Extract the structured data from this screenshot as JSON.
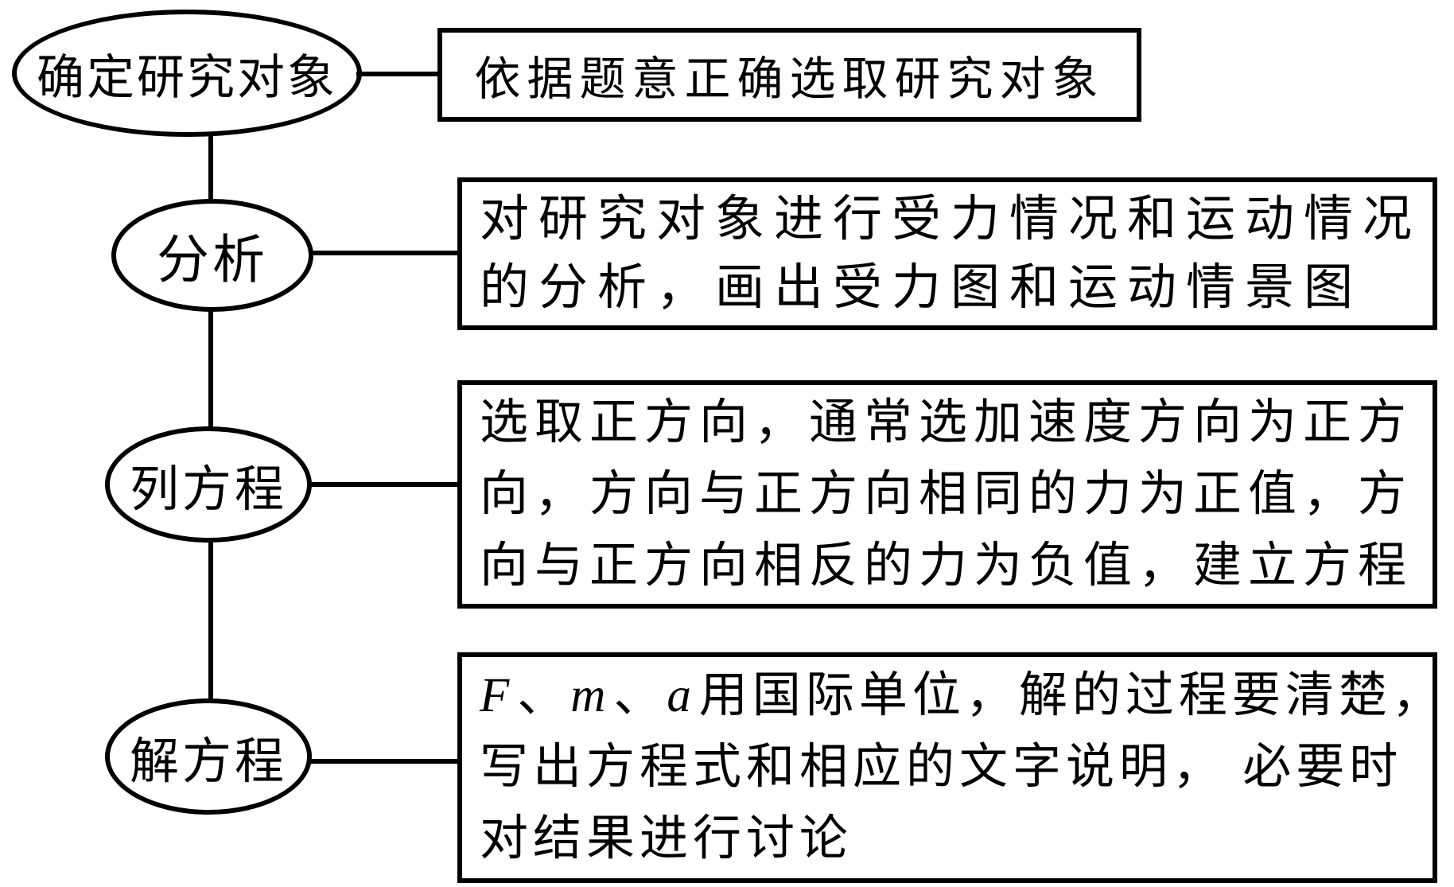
{
  "colors": {
    "stroke": "#000000",
    "background": "#ffffff"
  },
  "ellipses": [
    {
      "label": "确定研究对象"
    },
    {
      "label": "分析"
    },
    {
      "label": "列方程"
    },
    {
      "label": "解方程"
    }
  ],
  "boxes": [
    {
      "lines": [
        [
          {
            "text": "依据题意正确选取研究对象",
            "italic": false
          }
        ]
      ]
    },
    {
      "lines": [
        [
          {
            "text": "对研究对象进行受力情况和运动情况",
            "italic": false
          }
        ],
        [
          {
            "text": "的分析，画出受力图和运动情景图",
            "italic": false
          }
        ]
      ]
    },
    {
      "lines": [
        [
          {
            "text": "选取正方向，通常选加速度方向为正方",
            "italic": false
          }
        ],
        [
          {
            "text": "向，方向与正方向相同的力为正值，方",
            "italic": false
          }
        ],
        [
          {
            "text": "向与正方向相反的力为负值，建立方程",
            "italic": false
          }
        ]
      ]
    },
    {
      "lines": [
        [
          {
            "text": "F",
            "italic": true
          },
          {
            "text": "、",
            "italic": false
          },
          {
            "text": "m",
            "italic": true
          },
          {
            "text": "、",
            "italic": false
          },
          {
            "text": "a",
            "italic": true
          },
          {
            "text": "用国际单位，解的过程要清楚，",
            "italic": false
          }
        ],
        [
          {
            "text": "写出方程式和相应的文字说明， 必要时",
            "italic": false
          }
        ],
        [
          {
            "text": "对结果进行讨论",
            "italic": false
          }
        ]
      ]
    }
  ]
}
